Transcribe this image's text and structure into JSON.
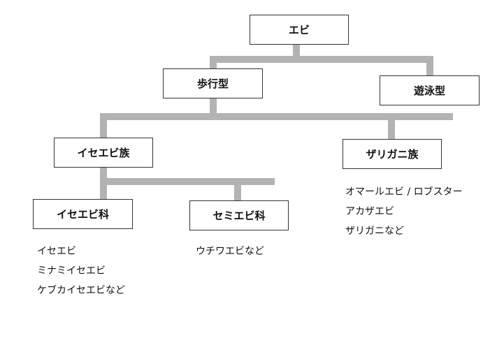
{
  "tree": {
    "root": "エビ",
    "walking": "歩行型",
    "swimming": "遊泳型",
    "ise_family": "イセエビ族",
    "zarigani_family": "ザリガニ族",
    "ise_ebi_ka": "イセエビ科",
    "semi_ebi_ka": "セミエビ科"
  },
  "examples": {
    "ise_ebi_ka": [
      "イセエビ",
      "ミナミイセエビ",
      "ケブカイセエビなど"
    ],
    "semi_ebi_ka": [
      "ウチワエビなど"
    ],
    "zarigani_family": [
      "オマールエビ / ロブスター",
      "アカザエビ",
      "ザリガニなど"
    ]
  },
  "colors": {
    "connector": "#b3b3b3",
    "border": "#333333"
  }
}
